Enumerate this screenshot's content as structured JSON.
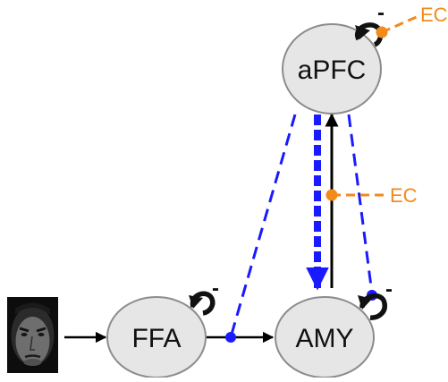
{
  "nodes": {
    "apfc": {
      "label": "aPFC"
    },
    "ffa": {
      "label": "FFA"
    },
    "amy": {
      "label": "AMY"
    }
  },
  "self_connection_sign": "-",
  "ec_labels": {
    "top": "EC",
    "middle": "EC"
  },
  "colors": {
    "node_fill": "#e6e6e6",
    "node_stroke": "#8c8c8c",
    "connection": "#000000",
    "modulation": "#1a1aff",
    "ec": "#f28a1c"
  },
  "icons": {
    "face": "face-photo-icon"
  }
}
